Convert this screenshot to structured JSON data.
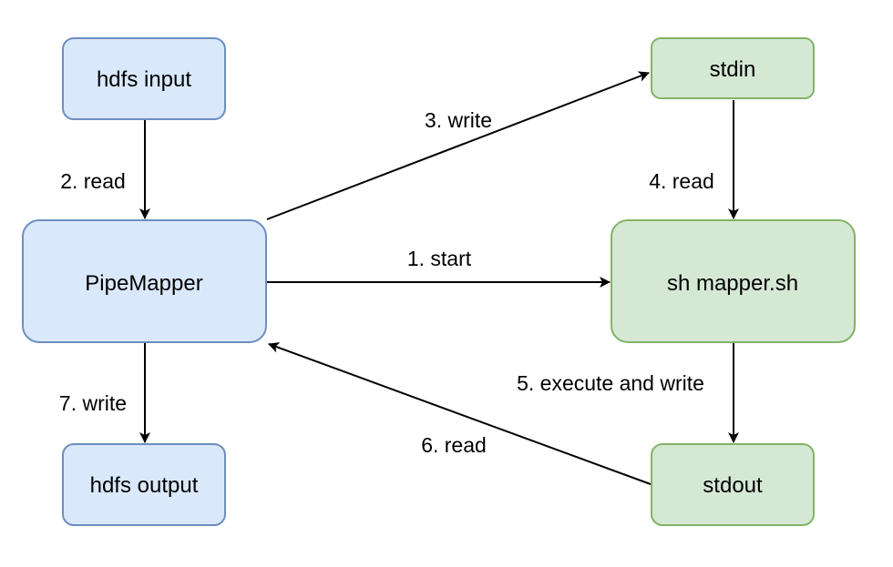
{
  "colors": {
    "blue_fill": "#dae8fc",
    "blue_stroke": "#6c8ebf",
    "green_fill": "#d5e8d4",
    "green_stroke": "#82b366",
    "edge": "#000000"
  },
  "nodes": {
    "hdfs_input": "hdfs input",
    "pipe_mapper": "PipeMapper",
    "hdfs_output": "hdfs output",
    "stdin": "stdin",
    "sh_mapper": "sh mapper.sh",
    "stdout": "stdout"
  },
  "edges": {
    "start": "1. start",
    "read_input": "2. read",
    "write_stdin": "3. write",
    "read_stdin": "4. read",
    "execute_write": "5. execute and write",
    "read_stdout": "6. read",
    "write_output": "7. write"
  }
}
